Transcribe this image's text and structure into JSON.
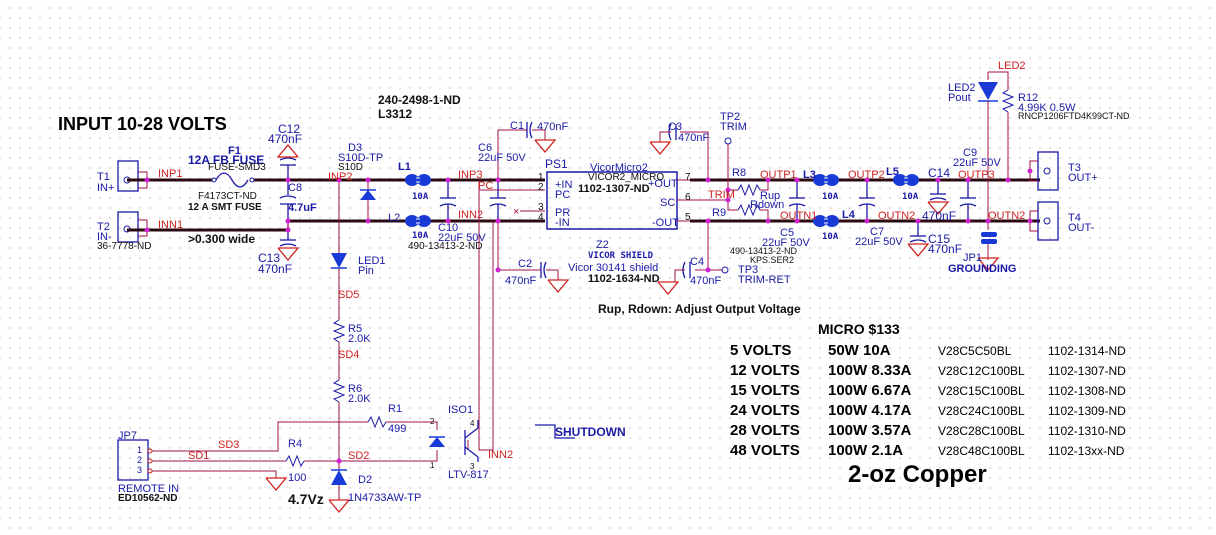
{
  "title": "INPUT 10-28 VOLTS",
  "part_note": {
    "line1": "240-2498-1-ND",
    "line2": "L3312"
  },
  "terminals": {
    "T1": {
      "ref": "T1",
      "name": "IN+"
    },
    "T2": {
      "ref": "T2",
      "name": "IN-",
      "part": "36-7778-ND"
    },
    "T3": {
      "ref": "T3",
      "name": "OUT+"
    },
    "T4": {
      "ref": "T4",
      "name": "OUT-"
    }
  },
  "fuse": {
    "ref": "F1",
    "value": "12A FB FUSE",
    "footprint": "FUSE-SMD3",
    "part": "F4173CT-ND",
    "desc": "12 A  SMT FUSE"
  },
  "trace_note": ">0.300 wide",
  "capacitors": {
    "C12": {
      "ref": "C12",
      "value": "470nF"
    },
    "C8": {
      "ref": "C8",
      "value": "4.7uF"
    },
    "C13": {
      "ref": "C13",
      "value": "470nF"
    },
    "C6": {
      "ref": "C6",
      "value": "22uF 50V"
    },
    "C10": {
      "ref": "C10",
      "value": "22uF 50V",
      "part": "490-13413-2-ND"
    },
    "C1": {
      "ref": "C1",
      "value": "470nF"
    },
    "C2": {
      "ref": "C2",
      "value": "470nF"
    },
    "C3": {
      "ref": "C3",
      "value": "470nF"
    },
    "C4": {
      "ref": "C4",
      "value": "470nF"
    },
    "C5": {
      "ref": "C5",
      "value": "22uF 50V",
      "part": "490-13413-2-ND",
      "footprint": "KPS.SER2"
    },
    "C7": {
      "ref": "C7",
      "value": "22uF 50V"
    },
    "C9": {
      "ref": "C9",
      "value": "22uF 50V"
    },
    "C14": {
      "ref": "C14",
      "value": "470nF"
    },
    "C15": {
      "ref": "C15",
      "value": "470nF"
    }
  },
  "diodes": {
    "D3": {
      "ref": "D3",
      "value": "S10D-TP",
      "sub": "S10D"
    },
    "D2": {
      "ref": "D2",
      "value": "1N4733AW-TP",
      "note": "4.7Vz"
    },
    "LED1": {
      "ref": "LED1",
      "value": "Pin"
    },
    "LED2": {
      "ref": "LED2",
      "value": "Pout",
      "net": "LED2"
    }
  },
  "inductors": {
    "L1": {
      "ref": "L1",
      "rating": "10A"
    },
    "L2": {
      "ref": "L2",
      "rating": "10A"
    },
    "L3": {
      "ref": "L3",
      "rating": "10A"
    },
    "L4": {
      "ref": "L4",
      "rating": "10A"
    },
    "L5": {
      "ref": "L5",
      "rating": "10A"
    }
  },
  "resistors": {
    "R1": {
      "ref": "R1",
      "value": "499"
    },
    "R4": {
      "ref": "R4",
      "value": "100"
    },
    "R5": {
      "ref": "R5",
      "value": "2.0K"
    },
    "R6": {
      "ref": "R6",
      "value": "2.0K"
    },
    "R8": {
      "ref": "R8",
      "value": "Rup"
    },
    "R9": {
      "ref": "R9",
      "value": "Rdown"
    },
    "R12": {
      "ref": "R12",
      "value": "4.99K 0.5W",
      "part": "RNCP1206FTD4K99CT-ND"
    }
  },
  "module": {
    "ref": "PS1",
    "name": "VicorMicro2",
    "footprint": "VICOR2_MICRO",
    "part": "1102-1307-ND",
    "pins_left": [
      {
        "num": "1",
        "name": "+IN"
      },
      {
        "num": "2",
        "name": "PC"
      },
      {
        "num": "3",
        "name": "PR"
      },
      {
        "num": "4",
        "name": "-IN"
      }
    ],
    "pins_right": [
      {
        "num": "7",
        "name": "+OUT"
      },
      {
        "num": "6",
        "name": "SC"
      },
      {
        "num": "5",
        "name": "-OUT"
      }
    ]
  },
  "shield": {
    "ref": "Z2",
    "type": "VICOR SHIELD",
    "name": "Vicor 30141 shield",
    "part": "1102-1634-ND"
  },
  "testpoints": {
    "TP2": {
      "ref": "TP2",
      "name": "TRIM"
    },
    "TP3": {
      "ref": "TP3",
      "name": "TRIM-RET"
    }
  },
  "jumper": {
    "ref": "JP1",
    "name": "GROUNDING"
  },
  "connector": {
    "ref": "JP7",
    "name": "REMOTE IN",
    "part": "ED10562-ND",
    "pins": [
      "1",
      "2",
      "3"
    ]
  },
  "opto": {
    "ref": "ISO1",
    "part": "LTV-817",
    "pins": [
      "2",
      "1",
      "4",
      "3"
    ]
  },
  "nets": {
    "INP1": "INP1",
    "INN1": "INN1",
    "INP2": "INP2",
    "INP3": "INP3",
    "INN2": "INN2",
    "PC": "PC",
    "TRIM": "TRIM",
    "OUTP1": "OUTP1",
    "OUTN1": "OUTN1",
    "OUTP2": "OUTP2",
    "OUTN2": "OUTN2",
    "OUTP3": "OUTP3",
    "SD1": "SD1",
    "SD2": "SD2",
    "SD3": "SD3",
    "SD4": "SD4",
    "SD5": "SD5"
  },
  "shutdown_label": "SHUTDOWN",
  "adjust_note": "Rup, Rdown: Adjust Output Voltage",
  "table": {
    "heading": "MICRO $133",
    "rows": [
      {
        "volts": "5 VOLTS",
        "power": "50W 10A",
        "model": "V28C5C50BL",
        "part": "1102-1314-ND"
      },
      {
        "volts": "12 VOLTS",
        "power": "100W 8.33A",
        "model": "V28C12C100BL",
        "part": "1102-1307-ND"
      },
      {
        "volts": "15 VOLTS",
        "power": "100W 6.67A",
        "model": "V28C15C100BL",
        "part": "1102-1308-ND"
      },
      {
        "volts": "24 VOLTS",
        "power": "100W 4.17A",
        "model": "V28C24C100BL",
        "part": "1102-1309-ND"
      },
      {
        "volts": "28 VOLTS",
        "power": "100W 3.57A",
        "model": "V28C28C100BL",
        "part": "1102-1310-ND"
      },
      {
        "volts": "48 VOLTS",
        "power": "100W 2.1A",
        "model": "V28C48C100BL",
        "part": "1102-13xx-ND"
      }
    ]
  },
  "copper_note": "2-oz Copper",
  "colors": {
    "wire": "#a0104a",
    "bus": "#2a0a10",
    "symbol": "#1a1aa8",
    "ground": "#d02020",
    "junction": "#d020d0"
  }
}
